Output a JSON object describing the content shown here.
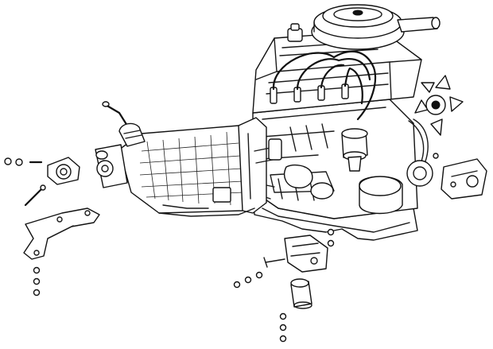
{
  "figure": {
    "subject": "engine-and-transmission-assembly-exploded-view",
    "style": "black line art on white",
    "colors": {
      "line": "#111111",
      "background": "#ffffff"
    }
  },
  "parts": {
    "air_cleaner": "air-cleaner",
    "engine_block": "engine-block",
    "cylinder_head": "cylinder-head",
    "spark_plug_leads": "spark-plug-leads",
    "distributor": "distributor",
    "fan": "cooling-fan",
    "oil_filter": "oil-filter",
    "oil_sump": "oil-sump",
    "gearbox": "gearbox-housing",
    "gear_lever": "gear-lever",
    "rear_mount_bracket": "rear-mounting-bracket",
    "front_mount_right": "front-mount-bracket-right",
    "front_mount_left": "front-mount-bracket-left",
    "rubber_mount": "rubber-mount",
    "fasteners": "nuts-washers-bolts"
  }
}
